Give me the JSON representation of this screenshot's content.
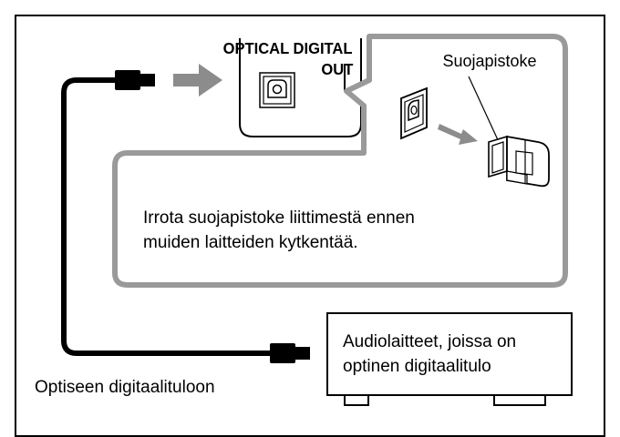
{
  "port_label": {
    "line1": "OPTICAL DIGITAL",
    "line2": "OUT"
  },
  "callout": {
    "cap_label": "Suojapistoke",
    "instruction_line1": "Irrota suojapistoke liittimestä ennen",
    "instruction_line2": "muiden laitteiden kytkentää."
  },
  "device": {
    "label_line1": "Audiolaitteet, joissa on",
    "label_line2": "optinen digitaalitulo"
  },
  "cable_label": "Optiseen digitaalituloon",
  "colors": {
    "frame": "#000000",
    "callout_border": "#9a9a9a",
    "arrow": "#8c8c8c",
    "cable": "#000000"
  }
}
